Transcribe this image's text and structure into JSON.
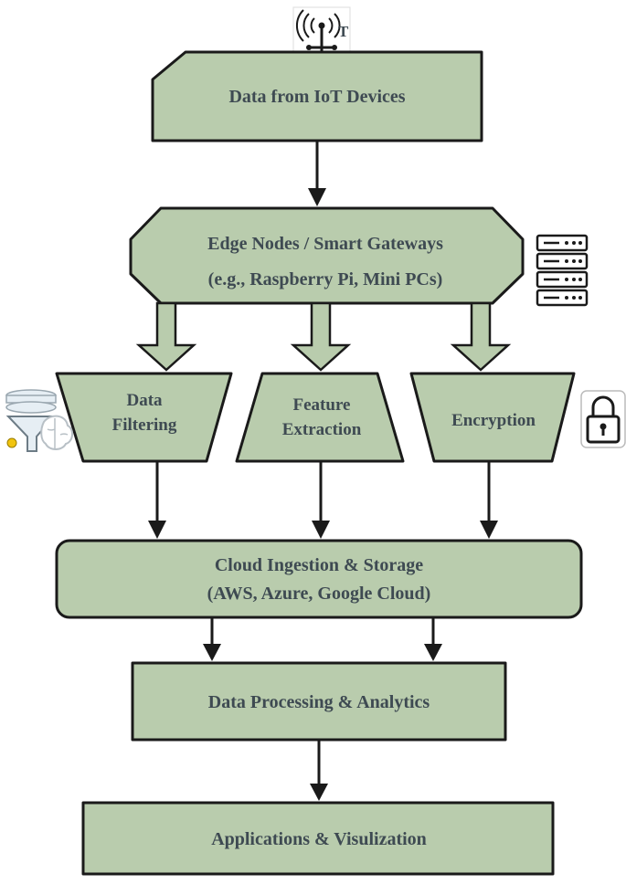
{
  "nodes": {
    "iot": {
      "label": "Data from IoT Devices"
    },
    "edge": {
      "line1": "Edge Nodes / Smart Gateways",
      "line2": "(e.g., Raspberry Pi, Mini PCs)"
    },
    "filtering": {
      "line1": "Data",
      "line2": "Filtering"
    },
    "feature": {
      "line1": "Feature",
      "line2": "Extraction"
    },
    "encryption": {
      "label": "Encryption"
    },
    "cloud": {
      "line1": "Cloud Ingestion & Storage",
      "line2": "(AWS, Azure, Google Cloud)"
    },
    "processing": {
      "label": "Data Processing & Analytics"
    },
    "apps": {
      "label": "Applications & Visulization"
    }
  },
  "icons": {
    "iot_icon_letter": "T",
    "iot": "antenna-icon",
    "server": "server-rack-icon",
    "filter": "funnel-filter-icon",
    "brain": "brain-icon",
    "lock": "padlock-icon"
  },
  "colors": {
    "box_fill": "#b9ccad",
    "stroke": "#1a1a1a",
    "text": "#3e4a52"
  }
}
